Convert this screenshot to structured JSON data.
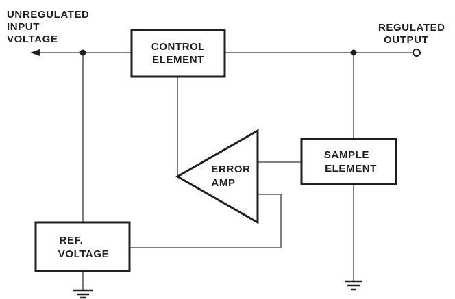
{
  "input_label": [
    "UNREGULATED",
    "INPUT",
    "VOLTAGE"
  ],
  "output_label": [
    "REGULATED",
    "OUTPUT"
  ],
  "blocks": {
    "control": [
      "CONTROL",
      "ELEMENT"
    ],
    "error_amp": [
      "ERROR",
      "AMP"
    ],
    "sample": [
      "SAMPLE",
      "ELEMENT"
    ],
    "ref": [
      "REF.",
      "VOLTAGE"
    ]
  }
}
